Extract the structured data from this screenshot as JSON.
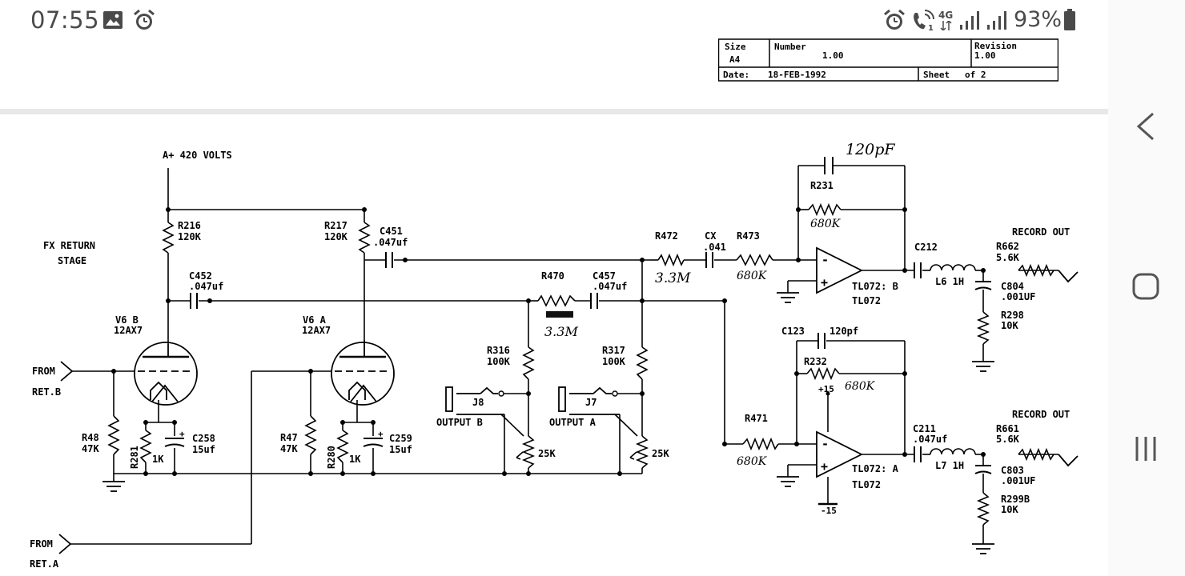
{
  "status_bar": {
    "time": "07:55",
    "network": "4G",
    "battery": "93%",
    "icons": [
      "image-icon",
      "alarm-icon",
      "alarm-icon",
      "wifi-call-icon",
      "signal-icon",
      "signal-icon",
      "battery-icon"
    ]
  },
  "title_block": {
    "size_label": "Size",
    "size_value": "A4",
    "number_label": "Number",
    "number_value": "1.00",
    "revision_label": "Revision",
    "revision_value": "1.00",
    "date_label": "Date:",
    "date_value": "18-FEB-1992",
    "sheet_label": "Sheet",
    "sheet_value": "of 2"
  },
  "schematic": {
    "supply": "A+ 420 VOLTS",
    "stage_title_1": "FX RETURN",
    "stage_title_2": "STAGE",
    "from_b_1": "FROM",
    "from_b_2": "RET.B",
    "from_a_1": "FROM",
    "from_a_2": "RET.A",
    "r216": "R216",
    "r216_val": "120K",
    "r217": "R217",
    "r217_val": "120K",
    "c451": "C451",
    "c451_val": ".047uf",
    "c452": "C452",
    "c452_val": ".047uf",
    "v6b": "V6 B",
    "v6b_type": "12AX7",
    "v6a": "V6 A",
    "v6a_type": "12AX7",
    "r48": "R48",
    "r48_val": "47K",
    "r47": "R47",
    "r47_val": "47K",
    "r281": "R281",
    "r280": "R280",
    "r281_val": "1K",
    "r280_val": "1K",
    "c258": "C258",
    "c258_val": "15uf",
    "c259": "C259",
    "c259_val": "15uf",
    "r470": "R470",
    "r470_hw": "3.3M",
    "c457": "C457",
    "c457_val": ".047uf",
    "r316": "R316",
    "r316_val": "100K",
    "r317": "R317",
    "r317_val": "100K",
    "j8": "J8",
    "j7": "J7",
    "output_b": "OUTPUT B",
    "output_a": "OUTPUT A",
    "pot1": "25K",
    "pot2": "25K",
    "r472": "R472",
    "r472_hw": "3.3M",
    "cx": "CX",
    "cx_val": ".041",
    "r473": "R473",
    "r473_hw": "680K",
    "cap_top_hw": "120pF",
    "r231": "R231",
    "r231_hw": "680K",
    "opamp_b": "TL072: B",
    "opamp_b2": "TL072",
    "c212": "C212",
    "l6": "L6 1H",
    "r662": "R662",
    "r662_val": "5.6K",
    "rec_out_1": "RECORD OUT",
    "c804": "C804",
    "c804_val": ".001UF",
    "r298": "R298",
    "r298_val": "10K",
    "c123": "C123",
    "c123_val": "120pf",
    "r232": "R232",
    "r232_hw": "680K",
    "plus15": "+15",
    "minus15": "-15",
    "r471": "R471",
    "r471_hw": "680K",
    "opamp_a": "TL072: A",
    "opamp_a2": "TL072",
    "c211": "C211",
    "c211_val": ".047uf",
    "l7": "L7 1H",
    "r661": "R661",
    "r661_val": "5.6K",
    "rec_out_2": "RECORD OUT",
    "c803": "C803",
    "c803_val": ".001UF",
    "r299": "R299B",
    "r299_val": "10K",
    "opamp_minus": "-",
    "opamp_plus": "+"
  },
  "nav": {
    "back": "back-icon",
    "home": "home-icon",
    "recents": "recents-icon"
  }
}
